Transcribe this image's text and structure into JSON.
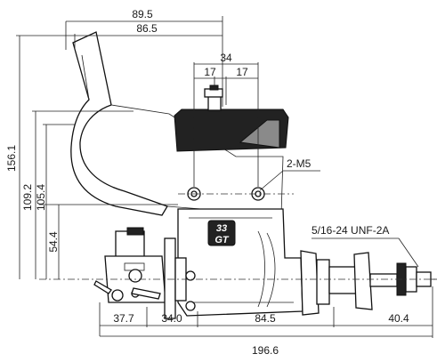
{
  "dimensions": {
    "top_overall_width": "89.5",
    "top_width": "86.5",
    "mount_spacing": "34",
    "mount_half_left": "17",
    "mount_half_right": "17",
    "overall_height": "156.1",
    "height_109": "109.2",
    "height_105": "105.4",
    "height_54": "54.4",
    "bottom_segment_1": "37.7",
    "bottom_segment_2": "34.0",
    "bottom_segment_3": "84.5",
    "bottom_segment_4": "40.4",
    "overall_length": "196.6"
  },
  "callouts": {
    "mount_screws": "2-M5",
    "prop_thread": "5/16-24 UNF-2A"
  },
  "logo_text": {
    "line1": "33",
    "line2": "GT"
  },
  "colors": {
    "line": "#111111",
    "dark_fill": "#222222",
    "mid_fill": "#8a8a8a",
    "background": "#ffffff"
  }
}
